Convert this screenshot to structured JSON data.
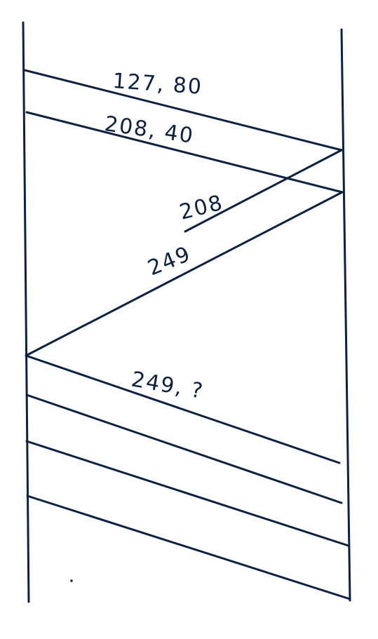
{
  "colors": {
    "ink": "#0d2240",
    "background": "#ffffff"
  },
  "labels": {
    "segment_1": "127, 80",
    "segment_2": "208, 40",
    "ack_1": "208",
    "ack_2": "249",
    "segment_3": "249, ?"
  }
}
